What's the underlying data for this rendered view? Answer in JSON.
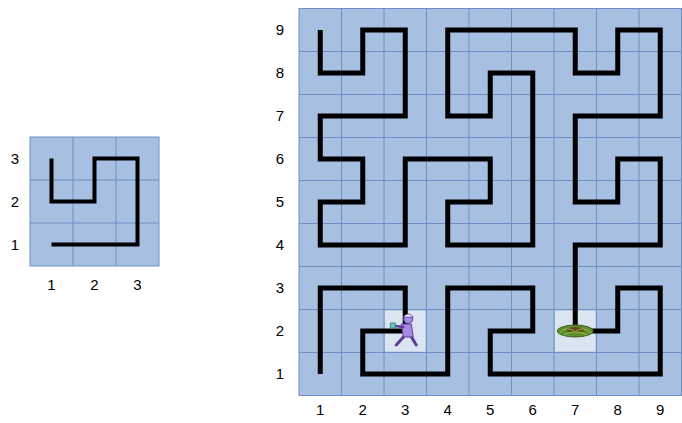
{
  "diagram": {
    "labels": [
      "3",
      "2",
      "1",
      "1",
      "2",
      "3",
      "9",
      "8",
      "7",
      "6",
      "5",
      "4",
      "3",
      "2",
      "1",
      "1",
      "2",
      "3",
      "4",
      "5",
      "6",
      "7",
      "8",
      "9"
    ]
  }
}
